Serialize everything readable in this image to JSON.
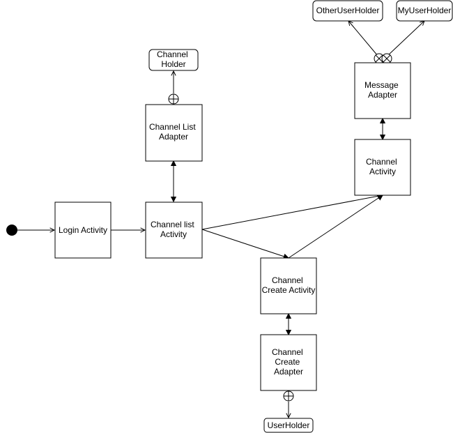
{
  "nodes": {
    "login_activity": {
      "lines": [
        "Login Activity"
      ]
    },
    "channel_list_activity": {
      "lines": [
        "Channel list",
        "Activity"
      ]
    },
    "channel_list_adapter": {
      "lines": [
        "Channel List",
        "Adapter"
      ]
    },
    "channel_holder": {
      "lines": [
        "Channel",
        "Holder"
      ]
    },
    "channel_create_activity": {
      "lines": [
        "Channel",
        "Create Activity"
      ]
    },
    "channel_create_adapter": {
      "lines": [
        "Channel",
        "Create",
        "Adapter"
      ]
    },
    "user_holder": {
      "lines": [
        "UserHolder"
      ]
    },
    "channel_activity": {
      "lines": [
        "Channel",
        "Activity"
      ]
    },
    "message_adapter": {
      "lines": [
        "Message",
        "Adapter"
      ]
    },
    "other_user_holder": {
      "lines": [
        "OtherUserHolder"
      ]
    },
    "my_user_holder": {
      "lines": [
        "MyUserHolder"
      ]
    }
  },
  "edges": [
    {
      "from": "start",
      "to": "login_activity",
      "type": "arrow"
    },
    {
      "from": "login_activity",
      "to": "channel_list_activity",
      "type": "arrow"
    },
    {
      "from": "channel_list_activity",
      "to": "channel_list_adapter",
      "type": "bidirectional"
    },
    {
      "from": "channel_list_adapter",
      "to": "channel_holder",
      "type": "composition"
    },
    {
      "from": "channel_list_activity",
      "to": "channel_create_activity",
      "type": "arrow"
    },
    {
      "from": "channel_list_activity",
      "to": "channel_activity",
      "type": "arrow"
    },
    {
      "from": "channel_create_activity",
      "to": "channel_activity",
      "type": "arrow"
    },
    {
      "from": "channel_create_activity",
      "to": "channel_create_adapter",
      "type": "bidirectional"
    },
    {
      "from": "channel_create_adapter",
      "to": "user_holder",
      "type": "composition"
    },
    {
      "from": "channel_activity",
      "to": "message_adapter",
      "type": "bidirectional"
    },
    {
      "from": "message_adapter",
      "to": "other_user_holder",
      "type": "composition"
    },
    {
      "from": "message_adapter",
      "to": "my_user_holder",
      "type": "composition"
    }
  ]
}
